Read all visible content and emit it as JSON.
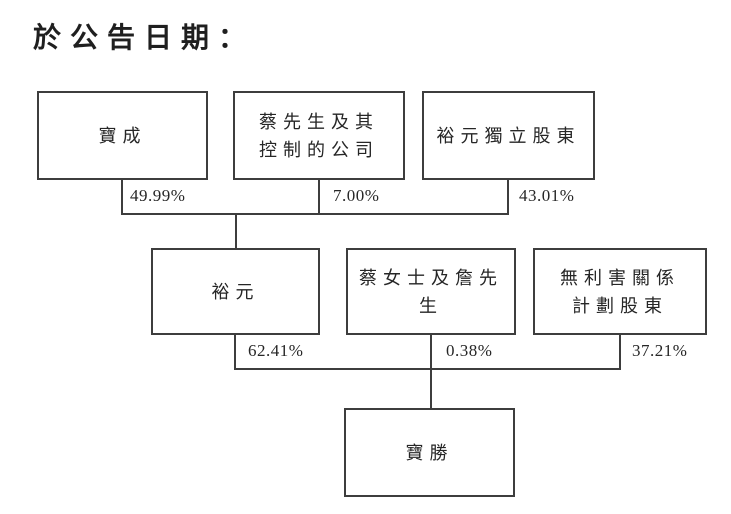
{
  "title": "於公告日期：",
  "diagram": {
    "nodes": {
      "pou_chen": "寶成",
      "tsai_companies": "蔡先生及其\n控制的公司",
      "yue_yuen_independent": "裕元獨立股東",
      "yue_yuen": "裕元",
      "ms_tsai_mr_chan": "蔡女士及詹先生",
      "disinterested_scheme": "無利害關係\n計劃股東",
      "pou_sheng": "寶勝"
    },
    "percentages": {
      "pou_chen": "49.99%",
      "tsai_companies": "7.00%",
      "yue_yuen_independent": "43.01%",
      "yue_yuen": "62.41%",
      "ms_tsai_mr_chan": "0.38%",
      "disinterested_scheme": "37.21%"
    }
  },
  "colors": {
    "background": "#ffffff",
    "line": "#3d3d3d",
    "text": "#262626"
  }
}
